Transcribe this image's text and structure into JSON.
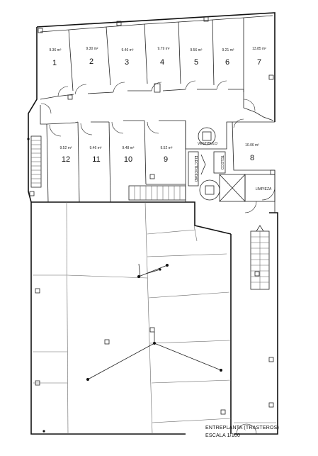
{
  "rooms": [
    {
      "number": "1",
      "area": "9.36 m²"
    },
    {
      "number": "2",
      "area": "9.30 m²"
    },
    {
      "number": "3",
      "area": "9.46 m²"
    },
    {
      "number": "4",
      "area": "9.79 m²"
    },
    {
      "number": "5",
      "area": "9.56 m²"
    },
    {
      "number": "6",
      "area": "9.21 m²"
    },
    {
      "number": "7",
      "area": "13.85 m²"
    },
    {
      "number": "8",
      "area": "10.06 m²"
    },
    {
      "number": "9",
      "area": "9.52 m²"
    },
    {
      "number": "10",
      "area": "9.48 m²"
    },
    {
      "number": "11",
      "area": "9.46 m²"
    },
    {
      "number": "12",
      "area": "9.52 m²"
    }
  ],
  "labels": {
    "vestibulo": "VESTIBULO",
    "electricidad": "ELECTRICIDAD",
    "telecom": "TELECO",
    "limpieza": "LIMPIEZA"
  },
  "title": {
    "line1": "ENTREPLANTA (TRASTEROS)",
    "line2": "ESCALA 1/100"
  }
}
